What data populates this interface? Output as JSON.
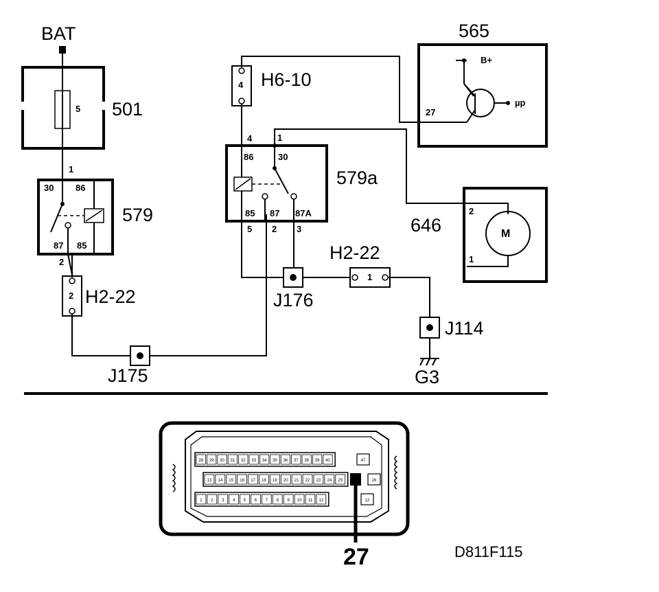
{
  "battery": {
    "label": "BAT"
  },
  "fuse_box": {
    "id": "501",
    "fuse_number": "5"
  },
  "relay_579": {
    "id": "579",
    "pin_30": "30",
    "pin_86": "86",
    "pin_87": "87",
    "pin_85": "85",
    "wire_in": "1",
    "wire_out": "2"
  },
  "connector_left": {
    "id": "H2-22",
    "pin": "2"
  },
  "splice_j175": {
    "id": "J175"
  },
  "connector_top": {
    "id": "H6-10",
    "pin": "4"
  },
  "relay_579a": {
    "id": "579a",
    "pin_86": "86",
    "pin_30": "30",
    "pin_85": "85",
    "pin_87": "87",
    "pin_87a": "87A",
    "wire_4": "4",
    "wire_1": "1",
    "wire_5": "5",
    "wire_2": "2",
    "wire_3": "3"
  },
  "ecu_565": {
    "id": "565",
    "supply": "B+",
    "signal": "µp",
    "pin": "27"
  },
  "motor_646": {
    "id": "646",
    "symbol": "M",
    "pin_top": "2",
    "pin_bottom": "1"
  },
  "splice_j176": {
    "id": "J176"
  },
  "connector_mid": {
    "id": "H2-22",
    "pin": "1"
  },
  "splice_j114": {
    "id": "J114"
  },
  "ground": {
    "id": "G3"
  },
  "ecu_connector": {
    "row1": [
      "28",
      "29",
      "30",
      "31",
      "32",
      "33",
      "34",
      "35",
      "36",
      "37",
      "38",
      "39",
      "40"
    ],
    "row1_end": "47",
    "row2": [
      "13",
      "14",
      "15",
      "16",
      "17",
      "18",
      "19",
      "20",
      "21",
      "22",
      "23",
      "24",
      "25"
    ],
    "row2_end": "26",
    "row3": [
      "1",
      "2",
      "3",
      "4",
      "5",
      "6",
      "7",
      "8",
      "9",
      "10",
      "11",
      "12"
    ],
    "row3_end": "12",
    "highlight_pin": "27"
  },
  "diagram_ref": "D811F115"
}
